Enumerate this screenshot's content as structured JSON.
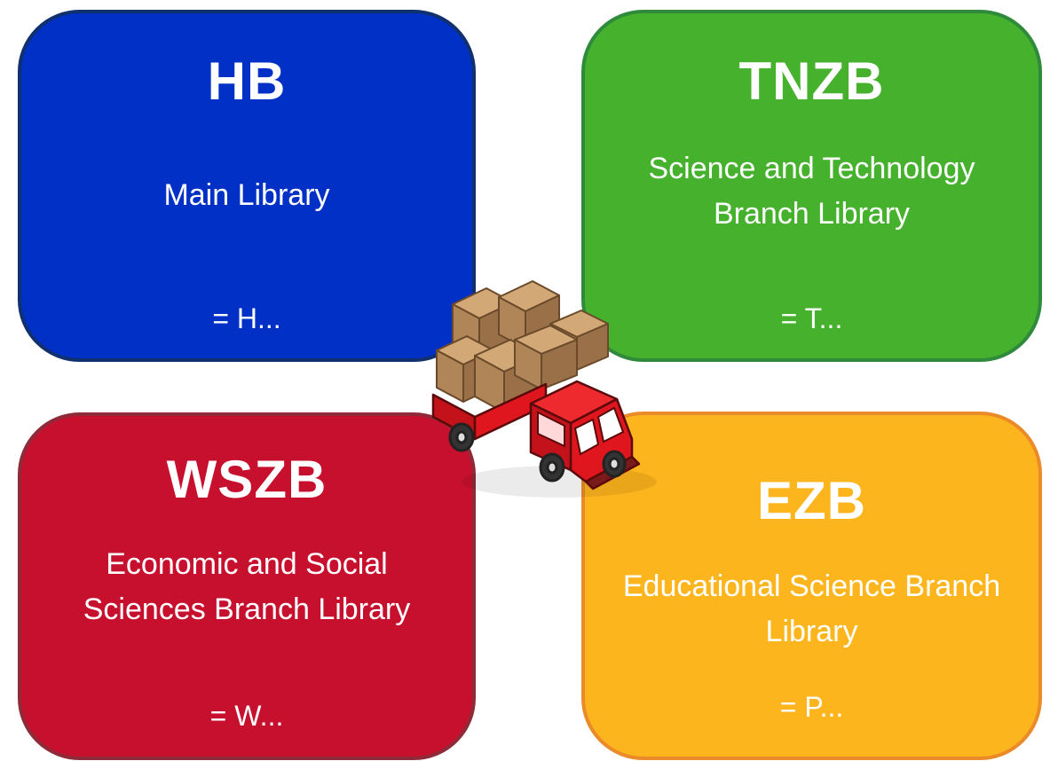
{
  "cards": {
    "hb": {
      "code": "HB",
      "name": "Main Library",
      "prefix": "= H..."
    },
    "tnzb": {
      "code": "TNZB",
      "name": "Science and Technology Branch Library",
      "prefix": "= T..."
    },
    "wszb": {
      "code": "WSZB",
      "name": "Economic and Social Sciences Branch Library",
      "prefix": "= W..."
    },
    "ezb": {
      "code": "EZB",
      "name": "Educational Science Branch Library",
      "prefix": "= P..."
    }
  },
  "colors": {
    "hb": "#0030c6",
    "tnzb": "#45b12d",
    "wszb": "#c7102e",
    "ezb": "#fdb51e",
    "truck": "#e0161e",
    "boxes": "#b48a5c"
  },
  "icons": {
    "center": "delivery-truck-icon"
  }
}
